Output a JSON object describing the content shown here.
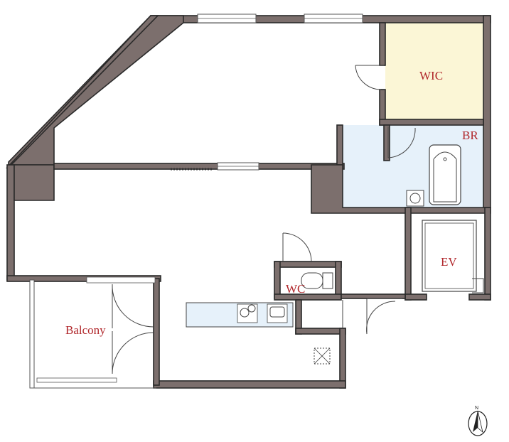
{
  "rooms": {
    "wic": "WIC",
    "br": "BR",
    "ev": "EV",
    "wc": "WC",
    "balcony": "Balcony"
  },
  "compass": {
    "north": "N"
  },
  "colors": {
    "wall": "#7c6f6d",
    "wic_fill": "#fbf6d6",
    "bath_fill": "#e6f1fa",
    "counter_fill": "#e6f1fa",
    "label": "#b0262a"
  }
}
